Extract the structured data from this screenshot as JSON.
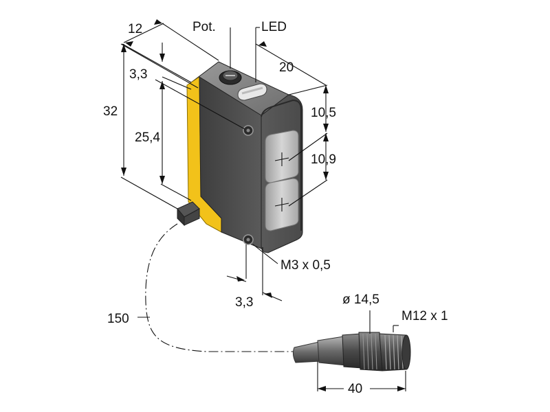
{
  "labels": {
    "pot": "Pot.",
    "led": "LED",
    "dim_12": "12",
    "dim_20": "20",
    "dim_3_3_top": "3,3",
    "dim_32": "32",
    "dim_25_4": "25,4",
    "dim_10_5": "10,5",
    "dim_10_9": "10,9",
    "dim_m3": "M3 x 0,5",
    "dim_3_3_bottom": "3,3",
    "dim_150": "150",
    "dim_dia": "ø 14,5",
    "dim_m12": "M12 x 1",
    "dim_40": "40"
  },
  "colors": {
    "housing_dark": "#4a4a4a",
    "housing_mid": "#6b6b6b",
    "housing_light": "#8a8a8a",
    "yellow_band": "#f2c21a",
    "lens": "#bcbcbc",
    "line": "#111111"
  }
}
